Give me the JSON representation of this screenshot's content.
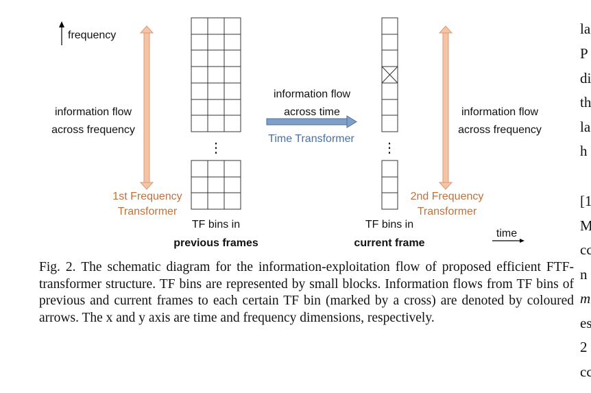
{
  "diagram": {
    "frequency_axis_label": "frequency",
    "time_axis_label": "time",
    "left_flow_label": [
      "information flow",
      "across frequency"
    ],
    "right_flow_label": [
      "information flow",
      "across frequency"
    ],
    "time_flow_label": [
      "information flow",
      "across time"
    ],
    "time_transformer": "Time Transformer",
    "first_freq_transformer": [
      "1st Frequency",
      "Transformer"
    ],
    "second_freq_transformer": [
      "2nd Frequency",
      "Transformer"
    ],
    "prev_caption": [
      "TF bins in",
      "previous frames"
    ],
    "curr_caption": [
      "TF bins in",
      "current frame"
    ],
    "ellipsis": "⋮",
    "colors": {
      "freq_arrow": "#f5c4a5",
      "freq_arrow_stroke": "#d99a78",
      "time_arrow": "#7f9fc9",
      "time_arrow_stroke": "#4f6f9a",
      "transformer_text": "#c0703a",
      "time_transformer_text": "#4a6fa5"
    }
  },
  "caption": "Fig. 2.   The schematic diagram for the information-exploitation flow of proposed efficient FTF-transformer structure. TF bins are represented by small blocks. Information flows from TF bins of previous and current frames to each certain TF bin (marked by a cross) are denoted by coloured arrows. The x and y axis are time and frequency dimensions, respectively.",
  "side_column": [
    "la",
    "P",
    "di",
    "th",
    "la",
    "h",
    "[1",
    "M",
    "cc",
    "n",
    "m",
    "es",
    "2",
    "cc"
  ]
}
